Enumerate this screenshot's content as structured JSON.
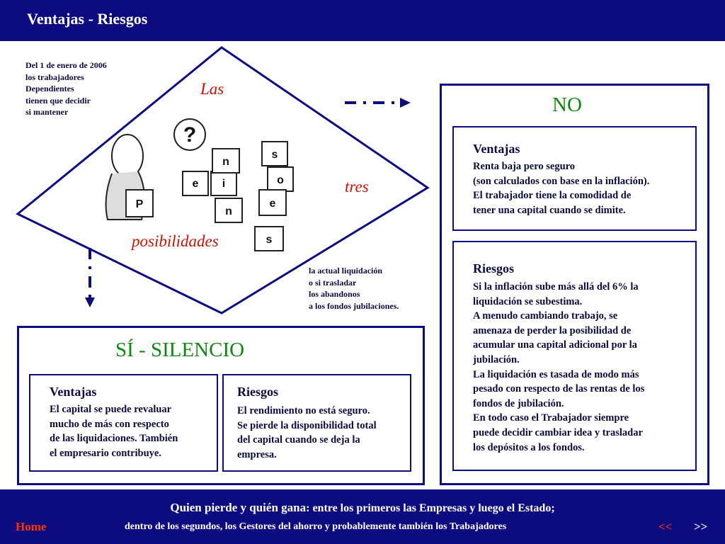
{
  "header": {
    "title": "Ventajas - Riesgos"
  },
  "diagram": {
    "word_las": "Las",
    "word_tres": "tres",
    "word_posibilidades": "posibilidades",
    "note_left": [
      "Del 1 de enero de 2006",
      "los trabajadores",
      "Dependientes",
      "tienen que decidir",
      "si mantener"
    ],
    "note_right": [
      "la actual liquidación",
      "o si trasladar",
      "los abandonos",
      "a los fondos jubilaciones."
    ],
    "letters": [
      "P",
      "e",
      "i",
      "n",
      "n",
      "s",
      "o",
      "e",
      "s"
    ]
  },
  "no_box": {
    "title": "NO",
    "ventajas": {
      "heading": "Ventajas",
      "lines": [
        "Renta baja pero seguro",
        "(son calculados con base en  la  inflación).",
        "El trabajador tiene la comodidad de",
        "tener una capital cuando se dimite."
      ]
    },
    "riesgos": {
      "heading": "Riesgos",
      "lines": [
        "Si la inflación sube más allá del 6% la",
        "liquidación se subestima.",
        "A menudo cambiando trabajo, se",
        "amenaza de perder la posibilidad de",
        "acumular una capital adicional por la",
        "jubilación.",
        "La liquidación es tasada de modo más",
        "pesado con respecto de las rentas de los",
        "fondos de jubilación.",
        "En todo caso el Trabajador siempre",
        "puede decidir cambiar idea y trasladar",
        "los depósitos a los fondos."
      ]
    }
  },
  "si_box": {
    "title": "SÍ  - SILENCIO",
    "ventajas": {
      "heading": "Ventajas",
      "lines": [
        "El capital se puede revaluar",
        "mucho de más con respecto",
        "de las liquidaciones. También",
        "el empresario contribuye."
      ]
    },
    "riesgos": {
      "heading": "Riesgos",
      "lines": [
        "El rendimiento no está seguro.",
        "Se pierde la disponibilidad total",
        "del capital cuando se deja la",
        "empresa."
      ]
    }
  },
  "footer": {
    "line1_bold": "Quien pierde y quién gana",
    "line1_rest": ": entre los primeros las Empresas y luego el Estado;",
    "line2": "dentro de los segundos, los Gestores del ahorro y probablemente también los Trabajadores",
    "home": "Home",
    "prev": "<<",
    "next": ">>"
  },
  "colors": {
    "navy": "#0c0c80",
    "green": "#108810",
    "red": "#cc1100",
    "link_red": "#ff3300"
  }
}
